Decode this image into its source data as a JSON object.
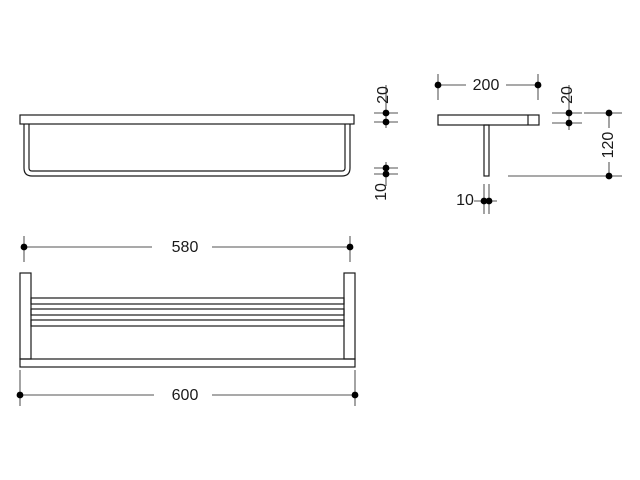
{
  "dimensions": {
    "front_height_top": "20",
    "front_height_bottom": "10",
    "side_depth": "200",
    "side_top": "20",
    "side_height": "120",
    "side_thickness": "10",
    "plan_inner_width": "580",
    "plan_outer_width": "600"
  }
}
